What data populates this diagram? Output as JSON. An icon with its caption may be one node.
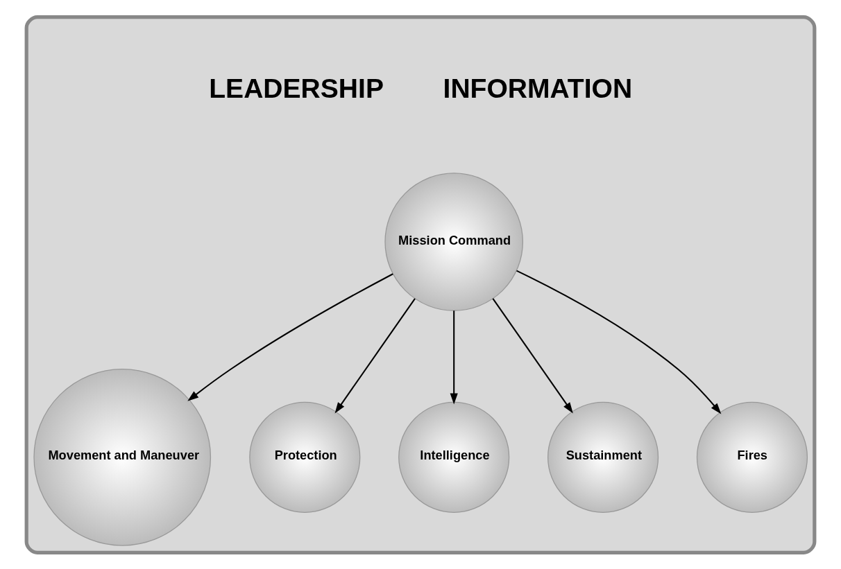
{
  "diagram": {
    "nodes": [
      {
        "text": [
          "LEADERSHIP",
          "INFORMATION"
        ]
      },
      {
        "text": [
          "Mission Command"
        ],
        "in": 0
      },
      {
        "text": [
          "Movement and Maneuver"
        ],
        "in": 0
      },
      {
        "text": [
          "Protection"
        ],
        "in": 0
      },
      {
        "text": [
          "Intelligence"
        ],
        "in": 0
      },
      {
        "text": [
          "Sustainment"
        ],
        "in": 0
      },
      {
        "text": [
          "Fires"
        ],
        "in": 0
      }
    ],
    "edges": [
      {
        "from": 1,
        "to": 2,
        "arrow": "to"
      },
      {
        "from": 1,
        "to": 3,
        "arrow": "to"
      },
      {
        "from": 1,
        "to": 4,
        "arrow": "to"
      },
      {
        "from": 1,
        "to": 5,
        "arrow": "to"
      },
      {
        "from": 1,
        "to": 6,
        "arrow": "to"
      }
    ]
  }
}
